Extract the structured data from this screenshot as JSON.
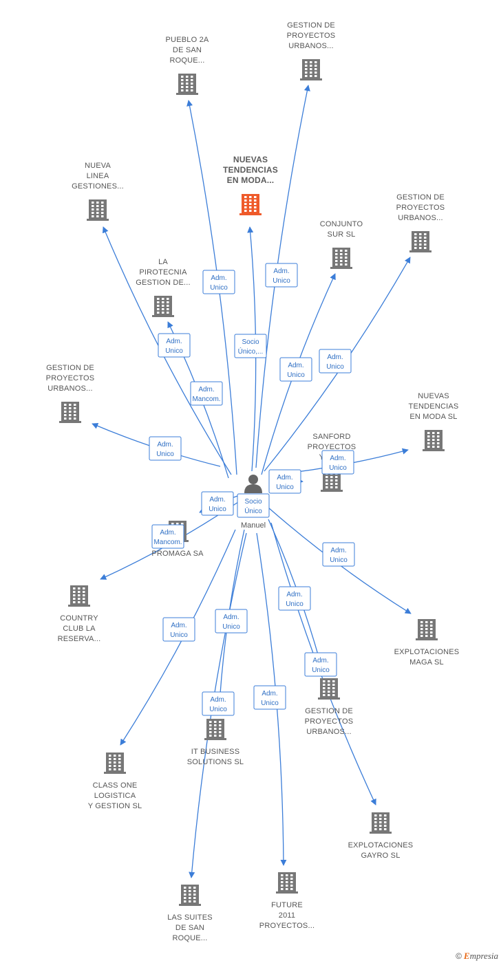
{
  "colors": {
    "edge": "#3b7dd8",
    "building": "#777777",
    "building_main": "#ef5a2a",
    "person": "#666666"
  },
  "person": {
    "name": "Manuel"
  },
  "nodes": [
    {
      "id": "n1",
      "lines": [
        "PUEBLO 2A",
        "DE SAN",
        "ROQUE..."
      ],
      "main": false
    },
    {
      "id": "n2",
      "lines": [
        "GESTION DE",
        "PROYECTOS",
        "URBANOS..."
      ],
      "main": false
    },
    {
      "id": "n3",
      "lines": [
        "NUEVA",
        "LINEA",
        "GESTIONES..."
      ],
      "main": false
    },
    {
      "id": "n4",
      "lines": [
        "NUEVAS",
        "TENDENCIAS",
        "EN MODA..."
      ],
      "main": true
    },
    {
      "id": "n5",
      "lines": [
        "GESTION DE",
        "PROYECTOS",
        "URBANOS..."
      ],
      "main": false
    },
    {
      "id": "n6",
      "lines": [
        "CONJUNTO",
        "SUR SL"
      ],
      "main": false
    },
    {
      "id": "n7",
      "lines": [
        "LA",
        "PIROTECNIA",
        "GESTION DE..."
      ],
      "main": false
    },
    {
      "id": "n8",
      "lines": [
        "GESTION DE",
        "PROYECTOS",
        "URBANOS..."
      ],
      "main": false
    },
    {
      "id": "n9",
      "lines": [
        "NUEVAS",
        "TENDENCIAS",
        "EN MODA SL"
      ],
      "main": false
    },
    {
      "id": "n10",
      "lines": [
        "SANFORD",
        "PROYECTOS",
        "Y GE..."
      ],
      "main": false
    },
    {
      "id": "n11",
      "lines": [
        "PROMAGA SA"
      ],
      "main": false
    },
    {
      "id": "n12",
      "lines": [
        "COUNTRY",
        "CLUB LA",
        "RESERVA..."
      ],
      "main": false
    },
    {
      "id": "n13",
      "lines": [
        "EXPLOTACIONES",
        "MAGA SL"
      ],
      "main": false
    },
    {
      "id": "n14",
      "lines": [
        "GESTION DE",
        "PROYECTOS",
        "URBANOS..."
      ],
      "main": false
    },
    {
      "id": "n15",
      "lines": [
        "IT BUSINESS",
        "SOLUTIONS SL"
      ],
      "main": false
    },
    {
      "id": "n16",
      "lines": [
        "CLASS ONE",
        "LOGISTICA",
        "Y GESTION SL"
      ],
      "main": false
    },
    {
      "id": "n17",
      "lines": [
        "EXPLOTACIONES",
        "GAYRO SL"
      ],
      "main": false
    },
    {
      "id": "n18",
      "lines": [
        "LAS SUITES",
        "DE SAN",
        "ROQUE..."
      ],
      "main": false
    },
    {
      "id": "n19",
      "lines": [
        "FUTURE",
        "2011",
        "PROYECTOS..."
      ],
      "main": false
    }
  ],
  "relations": [
    {
      "target": "n1",
      "lines": [
        "Adm.",
        "Unico"
      ]
    },
    {
      "target": "n2",
      "lines": [
        "Adm.",
        "Unico"
      ]
    },
    {
      "target": "n4",
      "lines": [
        "Socio",
        "Único,..."
      ]
    },
    {
      "target": "n3",
      "lines": [
        "Adm.",
        "Mancom."
      ]
    },
    {
      "target": "n7",
      "lines": [
        "Adm.",
        "Unico"
      ]
    },
    {
      "target": "n6",
      "lines": [
        "Adm.",
        "Unico"
      ]
    },
    {
      "target": "n5",
      "lines": [
        "Adm.",
        "Unico"
      ]
    },
    {
      "target": "n8",
      "lines": [
        "Adm.",
        "Unico"
      ]
    },
    {
      "target": "n9",
      "lines": [
        "Adm.",
        "Unico"
      ]
    },
    {
      "target": "n10",
      "lines": [
        "Adm.",
        "Unico"
      ]
    },
    {
      "target": "n11",
      "lines": [
        "Adm.",
        "Unico"
      ]
    },
    {
      "target": "n11",
      "lines": [
        "Socio",
        "Único"
      ]
    },
    {
      "target": "n12",
      "lines": [
        "Adm.",
        "Mancom."
      ]
    },
    {
      "target": "n13",
      "lines": [
        "Adm.",
        "Unico"
      ]
    },
    {
      "target": "n14",
      "lines": [
        "Adm.",
        "Unico"
      ]
    },
    {
      "target": "n15",
      "lines": [
        "Adm.",
        "Unico"
      ]
    },
    {
      "target": "n16",
      "lines": [
        "Adm.",
        "Unico"
      ]
    },
    {
      "target": "n17",
      "lines": [
        "Adm.",
        "Unico"
      ]
    },
    {
      "target": "n15",
      "lines": [
        "Adm.",
        "Unico"
      ]
    },
    {
      "target": "n19",
      "lines": [
        "Adm.",
        "Unico"
      ]
    },
    {
      "target": "n18",
      "lines": [
        "Adm.",
        "Unico"
      ]
    }
  ],
  "footer": {
    "copyright": "©",
    "brand_initial": "E",
    "brand_rest": "mpresia"
  }
}
